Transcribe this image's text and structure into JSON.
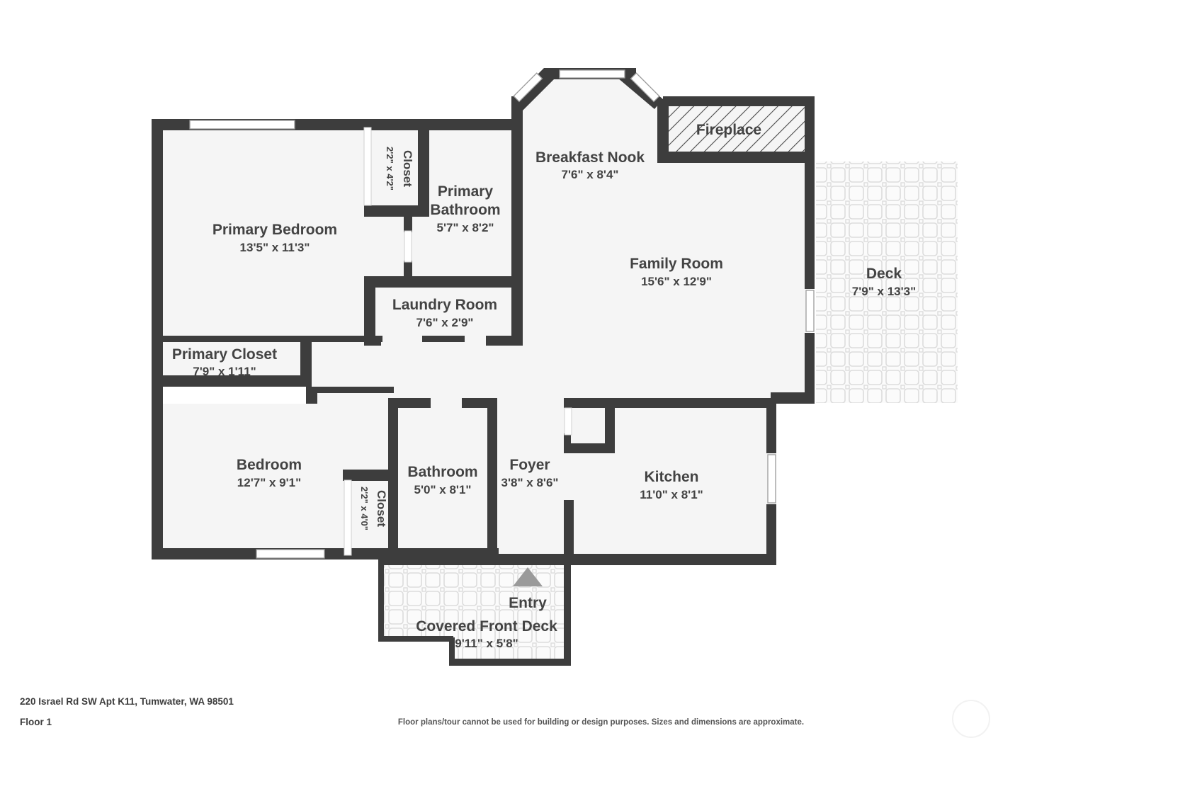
{
  "document": {
    "address": "220 Israel Rd SW Apt K11, Tumwater, WA 98501",
    "floor_label": "Floor 1",
    "disclaimer": "Floor plans/tour cannot be used for building or design purposes. Sizes and dimensions are approximate."
  },
  "colors": {
    "wall": "#3d3d3d",
    "floor_fill": "#f5f5f5",
    "text": "#434343",
    "background": "#ffffff",
    "deck_pattern": "#d8d8d8",
    "entry_arrow": "#9a9a9a",
    "window_stroke": "#9a9a9a"
  },
  "rooms": [
    {
      "key": "primary_bedroom",
      "name": "Primary Bedroom",
      "dimensions": "13'5\" x 11'3\""
    },
    {
      "key": "primary_bathroom",
      "name": "Primary Bathroom",
      "dimensions": "5'7\" x 8'2\""
    },
    {
      "key": "primary_closet",
      "name": "Primary Closet",
      "dimensions": "7'9\" x 1'11\""
    },
    {
      "key": "closet_primary",
      "name": "Closet",
      "dimensions": "2'2\" x 4'2\""
    },
    {
      "key": "laundry_room",
      "name": "Laundry Room",
      "dimensions": "7'6\" x 2'9\""
    },
    {
      "key": "breakfast_nook",
      "name": "Breakfast Nook",
      "dimensions": "7'6\" x 8'4\""
    },
    {
      "key": "fireplace",
      "name": "Fireplace",
      "dimensions": ""
    },
    {
      "key": "family_room",
      "name": "Family Room",
      "dimensions": "15'6\" x 12'9\""
    },
    {
      "key": "deck",
      "name": "Deck",
      "dimensions": "7'9\" x 13'3\""
    },
    {
      "key": "bedroom",
      "name": "Bedroom",
      "dimensions": "12'7\" x 9'1\""
    },
    {
      "key": "closet_bedroom",
      "name": "Closet",
      "dimensions": "2'2\" x 4'0\""
    },
    {
      "key": "bathroom",
      "name": "Bathroom",
      "dimensions": "5'0\" x 8'1\""
    },
    {
      "key": "foyer",
      "name": "Foyer",
      "dimensions": "3'8\" x 8'6\""
    },
    {
      "key": "kitchen",
      "name": "Kitchen",
      "dimensions": "11'0\" x 8'1\""
    },
    {
      "key": "entry",
      "name": "Entry",
      "dimensions": ""
    },
    {
      "key": "covered_front_deck",
      "name": "Covered Front Deck",
      "dimensions": "9'11\" x 5'8\""
    }
  ],
  "markers": {
    "entry_arrow": "entry-arrow-icon"
  }
}
